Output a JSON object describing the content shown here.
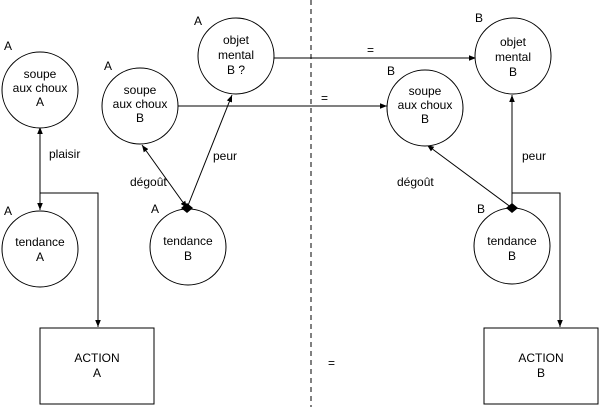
{
  "nodes": {
    "soupe_a": {
      "tag": "A",
      "lines": [
        "soupe",
        "aux choux",
        "A"
      ]
    },
    "tendance_a": {
      "tag": "A",
      "lines": [
        "tendance",
        "A"
      ]
    },
    "soupe_b_left": {
      "lines": [
        "soupe",
        "aux choux",
        "B"
      ]
    },
    "objet_left": {
      "tag": "A",
      "lines": [
        "objet",
        "mental",
        "B ?"
      ]
    },
    "tendance_b_left": {
      "lines": [
        "tendance",
        "B"
      ]
    },
    "soupe_b_right": {
      "tag": "B",
      "lines": [
        "soupe",
        "aux choux",
        "B"
      ]
    },
    "objet_right": {
      "tag": "B",
      "lines": [
        "objet",
        "mental",
        "B"
      ]
    },
    "tendance_b_right": {
      "tag": "B",
      "lines": [
        "tendance",
        "B"
      ]
    }
  },
  "floating_tags": {
    "soupe_b_left": "A",
    "tendance_b_left": "A"
  },
  "actions": {
    "left": [
      "ACTION",
      "A"
    ],
    "right": [
      "ACTION",
      "B"
    ]
  },
  "edge_labels": {
    "plaisir": "plaisir",
    "degout_left": "dégoût",
    "peur_left": "peur",
    "degout_right": "dégoût",
    "peur_right": "peur",
    "eq_top": "=",
    "eq_mid": "=",
    "eq_bottom": "="
  }
}
